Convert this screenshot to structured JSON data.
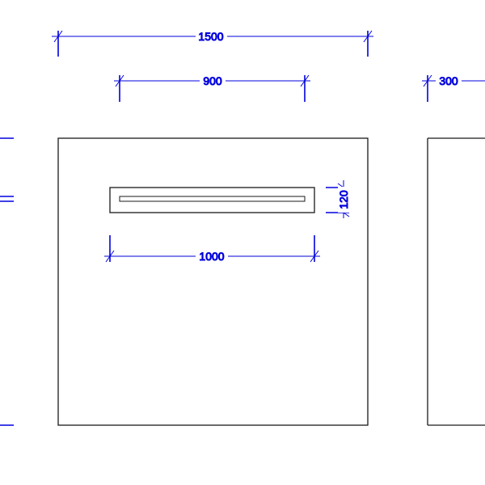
{
  "dimensions": {
    "overall_width": "1500",
    "opening_width": "900",
    "slot_width": "1000",
    "slot_height": "120",
    "side_depth": "300"
  },
  "colors": {
    "dimension": "#0000dd",
    "outline": "#1a1a1a",
    "background": "#ffffff"
  }
}
